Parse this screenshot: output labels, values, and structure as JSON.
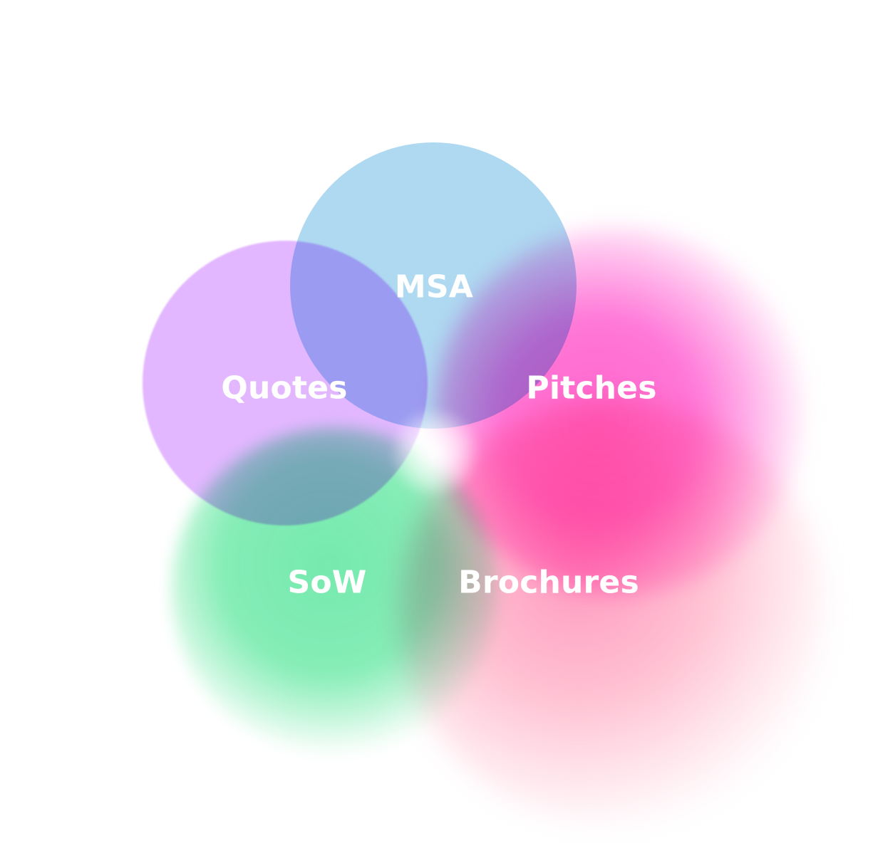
{
  "diagram": {
    "petals": [
      {
        "id": "msa",
        "label": "MSA",
        "color": "#A0D2EE"
      },
      {
        "id": "quotes",
        "label": "Quotes",
        "color": "#DEAAFF"
      },
      {
        "id": "pitches",
        "label": "Pitches",
        "color": "#FF5AC8"
      },
      {
        "id": "sow",
        "label": "SoW",
        "color": "#6EE8AA"
      },
      {
        "id": "brochures",
        "label": "Brochures",
        "color": "#FF96B4"
      }
    ]
  }
}
